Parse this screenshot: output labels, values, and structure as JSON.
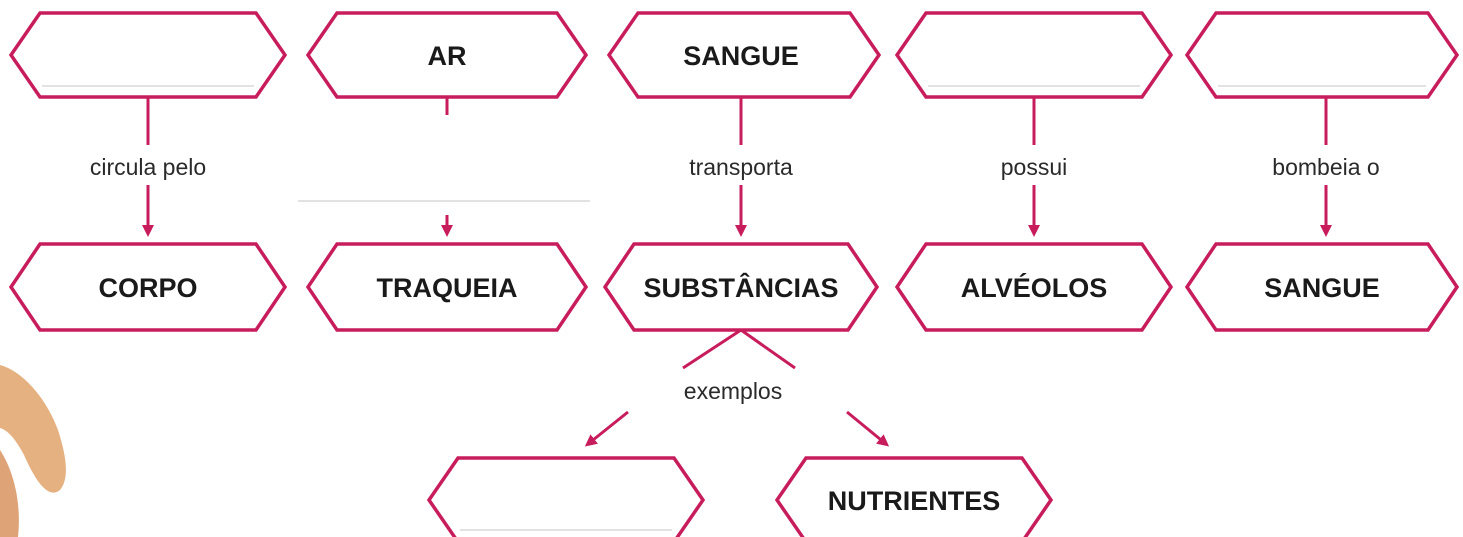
{
  "colors": {
    "accent": "#c81d5c",
    "text": "#1a1a1a",
    "blank_line": "#d9d9d9",
    "hand": "#e0a36b"
  },
  "top_row": [
    {
      "label": ""
    },
    {
      "label": "AR"
    },
    {
      "label": "SANGUE"
    },
    {
      "label": ""
    },
    {
      "label": ""
    }
  ],
  "links": [
    {
      "label": "circula pelo"
    },
    {
      "label": ""
    },
    {
      "label": "transporta"
    },
    {
      "label": "possui"
    },
    {
      "label": "bombeia o"
    }
  ],
  "bottom_row": [
    {
      "label": "CORPO"
    },
    {
      "label": "TRAQUEIA"
    },
    {
      "label": "SUBSTÂNCIAS"
    },
    {
      "label": "ALVÉOLOS"
    },
    {
      "label": "SANGUE"
    }
  ],
  "examples": {
    "label": "exemplos",
    "items": [
      {
        "label": ""
      },
      {
        "label": "NUTRIENTES"
      }
    ]
  }
}
